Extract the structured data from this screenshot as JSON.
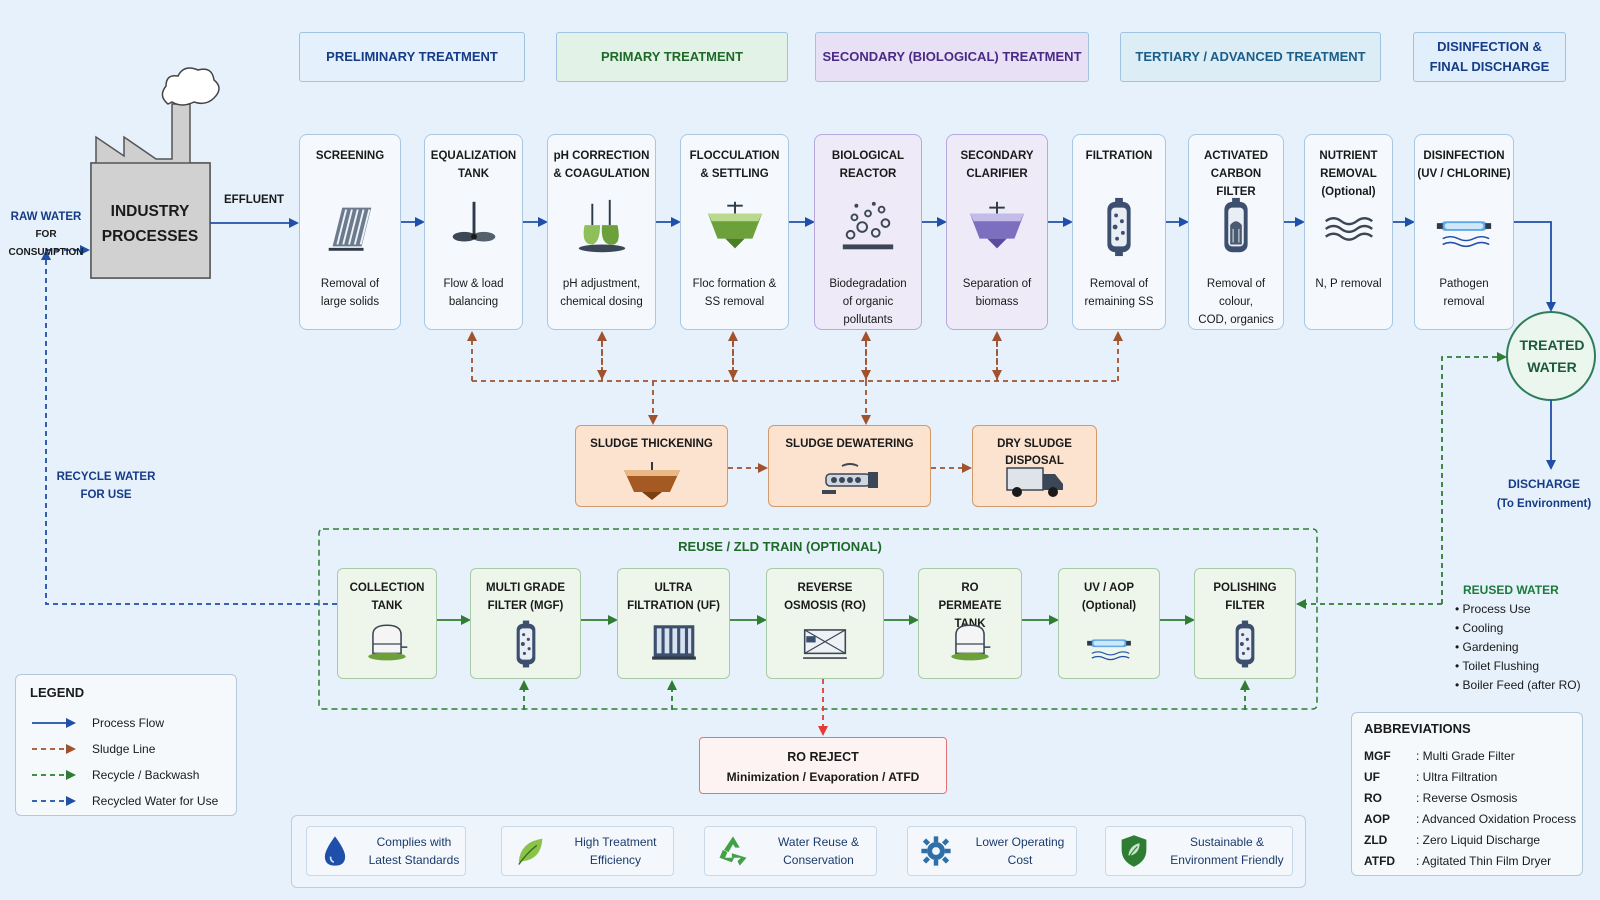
{
  "stages": [
    {
      "label": "PRELIMINARY TREATMENT",
      "color": "#163c88",
      "bg": "#e4f1fc"
    },
    {
      "label": "PRIMARY TREATMENT",
      "color": "#1e6a28",
      "bg": "#e3f2e6"
    },
    {
      "label": "SECONDARY (BIOLOGICAL) TREATMENT",
      "color": "#4a2a86",
      "bg": "#e8e1f5"
    },
    {
      "label": "TERTIARY / ADVANCED TREATMENT",
      "color": "#1b5e8a",
      "bg": "#dcedf6"
    },
    {
      "label": "DISINFECTION & FINAL DISCHARGE",
      "color": "#163c88",
      "bg": "#e1eefb"
    }
  ],
  "source": {
    "raw_water": "RAW WATER",
    "for_consumption": "FOR CONSUMPTION",
    "industry_line1": "INDUSTRY",
    "industry_line2": "PROCESSES",
    "effluent": "EFFLUENT"
  },
  "units": [
    {
      "title": [
        "SCREENING"
      ],
      "desc": [
        "Removal of",
        "large solids"
      ],
      "icon": "screen-icon"
    },
    {
      "title": [
        "EQUALIZATION",
        "TANK"
      ],
      "desc": [
        "Flow & load",
        "balancing"
      ],
      "icon": "mixer-icon"
    },
    {
      "title": [
        "pH CORRECTION",
        "& COAGULATION"
      ],
      "desc": [
        "pH adjustment,",
        "chemical dosing"
      ],
      "icon": "dosing-icon"
    },
    {
      "title": [
        "FLOCCULATION",
        "& SETTLING"
      ],
      "desc": [
        "Floc formation &",
        "SS removal"
      ],
      "icon": "settling-tank-icon"
    },
    {
      "title": [
        "BIOLOGICAL",
        "REACTOR"
      ],
      "desc": [
        "Biodegradation",
        "of organic",
        "pollutants"
      ],
      "icon": "aeration-icon"
    },
    {
      "title": [
        "SECONDARY",
        "CLARIFIER"
      ],
      "desc": [
        "Separation of",
        "biomass"
      ],
      "icon": "clarifier-icon"
    },
    {
      "title": [
        "FILTRATION"
      ],
      "desc": [
        "Removal of",
        "remaining SS"
      ],
      "icon": "filter-vessel-icon"
    },
    {
      "title": [
        "ACTIVATED",
        "CARBON FILTER"
      ],
      "desc": [
        "Removal of colour,",
        "COD, organics"
      ],
      "icon": "carbon-filter-icon"
    },
    {
      "title": [
        "NUTRIENT",
        "REMOVAL",
        "(Optional)"
      ],
      "desc": [
        "N, P removal"
      ],
      "icon": "waves-icon"
    },
    {
      "title": [
        "DISINFECTION",
        "(UV / CHLORINE)"
      ],
      "desc": [
        "Pathogen",
        "removal"
      ],
      "icon": "uv-lamp-icon"
    }
  ],
  "treated_water": [
    "TREATED",
    "WATER"
  ],
  "discharge": [
    "DISCHARGE",
    "(To Environment)"
  ],
  "recycle_label": [
    "RECYCLE WATER",
    "FOR USE"
  ],
  "sludge": [
    {
      "title": [
        "SLUDGE THICKENING"
      ],
      "icon": "thickener-icon"
    },
    {
      "title": [
        "SLUDGE DEWATERING"
      ],
      "icon": "screw-press-icon"
    },
    {
      "title": [
        "DRY SLUDGE",
        "DISPOSAL"
      ],
      "icon": "truck-icon"
    }
  ],
  "zld_title": "REUSE / ZLD TRAIN (OPTIONAL)",
  "zld_units": [
    {
      "title": [
        "COLLECTION",
        "TANK"
      ],
      "icon": "tank-icon"
    },
    {
      "title": [
        "MULTI GRADE",
        "FILTER (MGF)"
      ],
      "icon": "filter-vessel-icon"
    },
    {
      "title": [
        "ULTRA",
        "FILTRATION (UF)"
      ],
      "icon": "uf-module-icon"
    },
    {
      "title": [
        "REVERSE",
        "OSMOSIS (RO)"
      ],
      "icon": "ro-membrane-icon"
    },
    {
      "title": [
        "RO",
        "PERMEATE",
        "TANK"
      ],
      "icon": "tank-icon"
    },
    {
      "title": [
        "UV / AOP",
        "(Optional)"
      ],
      "icon": "uv-lamp-icon"
    },
    {
      "title": [
        "POLISHING",
        "FILTER"
      ],
      "icon": "filter-vessel-icon"
    }
  ],
  "ro_reject": [
    "RO REJECT",
    "Minimization / Evaporation / ATFD"
  ],
  "reused_water": {
    "title": "REUSED WATER",
    "items": [
      "Process Use",
      "Cooling",
      "Gardening",
      "Toilet Flushing",
      "Boiler Feed (after RO)"
    ]
  },
  "legend": {
    "title": "LEGEND",
    "items": [
      {
        "label": "Process Flow",
        "color": "#1f4fa8",
        "dash": "none"
      },
      {
        "label": "Sludge Line",
        "color": "#a0522d",
        "dash": "5,4"
      },
      {
        "label": "Recycle / Backwash",
        "color": "#2e7d32",
        "dash": "5,4"
      },
      {
        "label": "Recycled Water for Use",
        "color": "#1f4fa8",
        "dash": "5,4"
      }
    ]
  },
  "abbreviations": {
    "title": "ABBREVIATIONS",
    "items": [
      {
        "key": "MGF",
        "value": ": Multi Grade Filter"
      },
      {
        "key": "UF",
        "value": ": Ultra Filtration"
      },
      {
        "key": "RO",
        "value": ": Reverse Osmosis"
      },
      {
        "key": "AOP",
        "value": ": Advanced Oxidation Process"
      },
      {
        "key": "ZLD",
        "value": ": Zero Liquid Discharge"
      },
      {
        "key": "ATFD",
        "value": ": Agitated Thin Film Dryer"
      }
    ]
  },
  "badges": [
    {
      "text": [
        "Complies with",
        "Latest Standards"
      ],
      "icon": "water-drop-icon"
    },
    {
      "text": [
        "High Treatment",
        "Efficiency"
      ],
      "icon": "leaf-icon"
    },
    {
      "text": [
        "Water Reuse &",
        "Conservation"
      ],
      "icon": "recycle-icon"
    },
    {
      "text": [
        "Lower Operating",
        "Cost"
      ],
      "icon": "gear-icon"
    },
    {
      "text": [
        "Sustainable &",
        "Environment Friendly"
      ],
      "icon": "shield-leaf-icon"
    }
  ],
  "colors": {
    "process": "#1f4fa8",
    "sludge": "#a0522d",
    "recycle": "#2e7d32",
    "reject": "#e53935"
  }
}
